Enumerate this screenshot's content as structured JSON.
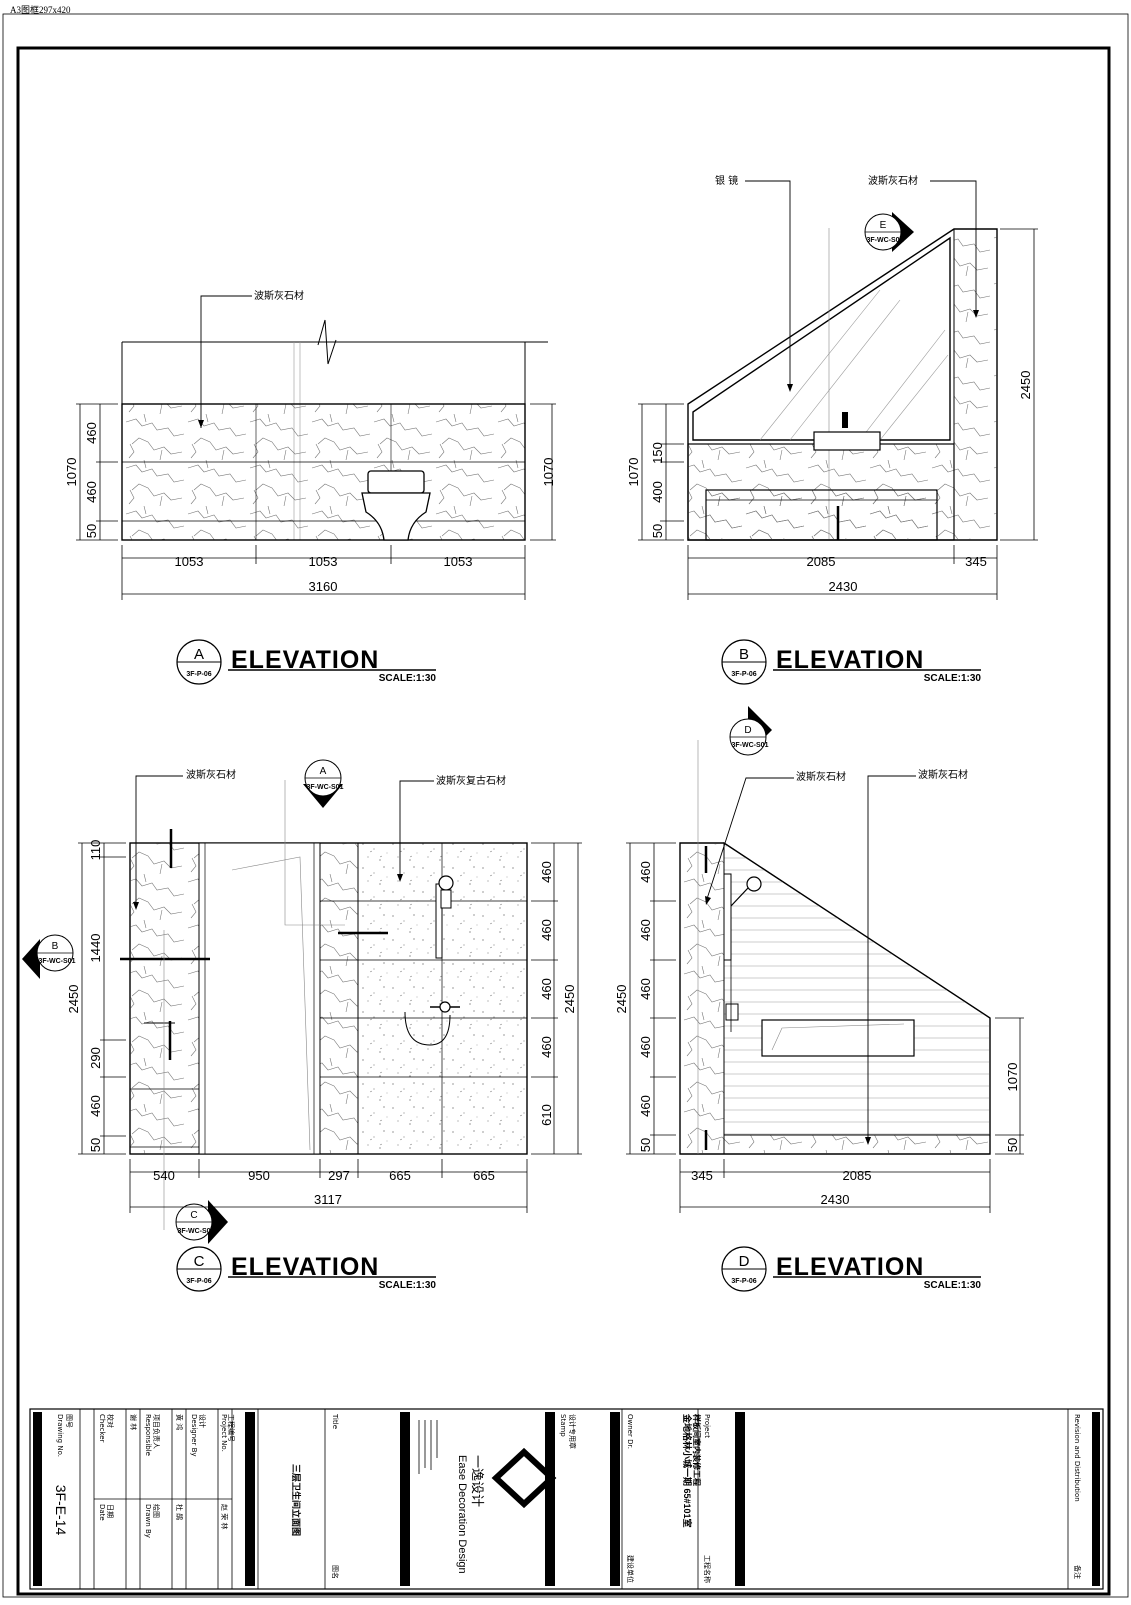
{
  "sheet": {
    "top_note": "A3图框297x420"
  },
  "labels": {
    "stone": "波斯灰石材",
    "mirror": "银 镜",
    "stone_rough": "波斯灰复古石材"
  },
  "elevation_a": {
    "letter": "A",
    "ref": "3F-P-06",
    "word": "ELEVATION",
    "scale": "SCALE:1:30",
    "dims": {
      "w1": "1053",
      "w2": "1053",
      "w3": "1053",
      "total": "3160",
      "h1": "460",
      "h2": "460",
      "h3": "50",
      "h_total": "1070",
      "h_right": "1070"
    }
  },
  "elevation_b": {
    "letter": "B",
    "ref": "3F-P-06",
    "word": "ELEVATION",
    "scale": "SCALE:1:30",
    "section_letter": "E",
    "section_ref": "3F-WC-S01",
    "dims": {
      "w1": "2085",
      "w2": "345",
      "total": "2430",
      "h1": "150",
      "h2": "400",
      "h3": "50",
      "h_left": "1070",
      "h_right": "2450"
    }
  },
  "elevation_c": {
    "letter": "C",
    "ref": "3F-P-06",
    "word": "ELEVATION",
    "scale": "SCALE:1:30",
    "sec_a_letter": "A",
    "sec_a_ref": "3F-WC-S01",
    "sec_b_letter": "B",
    "sec_b_ref": "3F-WC-S01",
    "sec_c_letter": "C",
    "sec_c_ref": "3F-WC-S01",
    "dims": {
      "w1": "540",
      "w2": "950",
      "w3": "297",
      "w4": "665",
      "w5": "665",
      "total": "3117",
      "l1": "110",
      "l2": "1440",
      "l3": "290",
      "l4": "460",
      "l5": "50",
      "l_total": "2450",
      "r1": "460",
      "r2": "460",
      "r3": "460",
      "r4": "460",
      "r5": "610",
      "r_total": "2450"
    }
  },
  "elevation_d": {
    "letter": "D",
    "ref": "3F-P-06",
    "word": "ELEVATION",
    "scale": "SCALE:1:30",
    "section_letter": "D",
    "section_ref": "3F-WC-S01",
    "dims": {
      "w1": "345",
      "w2": "2085",
      "total": "2430",
      "l1": "460",
      "l2": "460",
      "l3": "460",
      "l4": "460",
      "l5": "460",
      "l6": "50",
      "l_total": "2450",
      "r1": "1070",
      "r2": "50"
    }
  },
  "title_block": {
    "drawing_no_label": "Drawing No.",
    "drawing_no_cn": "图号",
    "drawing_no": "3F-E-14",
    "checker_label": "Checker",
    "checker_cn": "校对",
    "checker": "谢 林",
    "date_label": "Date",
    "date_cn": "日期",
    "responsible_label": "Responsible",
    "responsible_cn": "项目负责人",
    "responsible": "黄 鸿",
    "designer_label": "Designer By",
    "designer_cn": "设计",
    "designer": "杜 鹃",
    "proj_no_label": "Project No.",
    "proj_no_cn": "工程编号",
    "drawn_label": "Drawn By",
    "drawn_cn": "绘图",
    "project_designer": "赵 荣 林",
    "title_label": "Title",
    "title_cn": "图名",
    "drawing_title": "三层卫生间立面图",
    "company_en": "Ease Decoration Design",
    "company_cn": "一逸设计",
    "stamp_label": "Stamp",
    "stamp_cn": "设计专用章",
    "project_label": "Project",
    "project_cn": "工程名称",
    "project_line1": "金地格林小城一期 65#101室",
    "project_line2": "样板间室内装修工程",
    "client_label": "Owner Dr.",
    "client_cn": "建设单位",
    "remark_label": "Revision and Distribution",
    "remark_cn": "备注"
  }
}
